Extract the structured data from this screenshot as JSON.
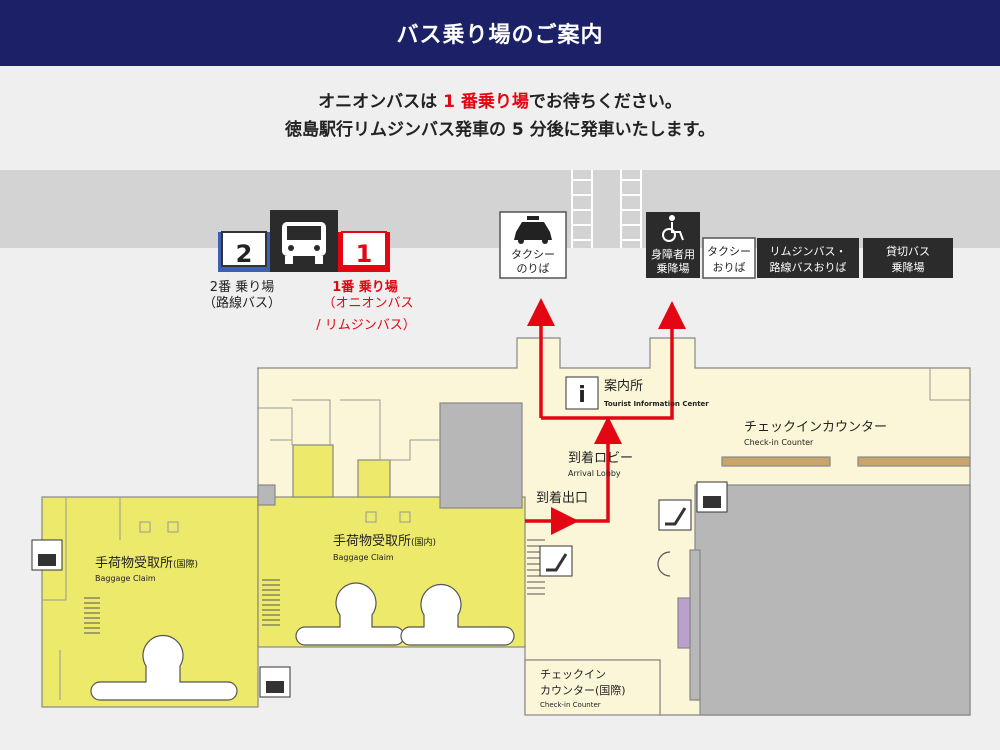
{
  "header": {
    "title": "バス乗り場のご案内"
  },
  "notice": {
    "line1_pre": "オニオンバスは ",
    "line1_highlight": "1 番乗り場",
    "line1_post": "でお待ちください。",
    "line2": "徳島駅行リムジンバス発車の 5 分後に発車いたします。"
  },
  "stops": {
    "stop2": {
      "number": "2",
      "label_line1": "2番 乗り場",
      "label_line2": "（路線バス）"
    },
    "stop1": {
      "number": "1",
      "label_line1": "1番 乗り場",
      "label_line2": "（オニオンバス",
      "label_line3": "/ リムジンバス）"
    }
  },
  "signs": {
    "taxi_pickup": {
      "line1": "タクシー",
      "line2": "のりば"
    },
    "accessible": {
      "line1": "身障者用",
      "line2": "乗降場"
    },
    "taxi_dropoff": {
      "line1": "タクシー",
      "line2": "おりば"
    },
    "limousine_dropoff": {
      "line1": "リムジンバス・",
      "line2": "路線バスおりば"
    },
    "charter_bus": {
      "line1": "貸切バス",
      "line2": "乗降場"
    }
  },
  "areas": {
    "info_center": {
      "ja": "案内所",
      "en": "Tourist Information Center",
      "icon": "i"
    },
    "checkin_counter": {
      "ja": "チェックインカウンター",
      "en": "Check-in Counter"
    },
    "arrival_lobby": {
      "ja": "到着ロビー",
      "en": "Arrival Lobby"
    },
    "arrival_exit": {
      "ja": "到着出口"
    },
    "baggage_domestic": {
      "ja": "手荷物受取所",
      "suffix": "(国内)",
      "en": "Baggage Claim"
    },
    "baggage_intl": {
      "ja": "手荷物受取所",
      "suffix": "(国際)",
      "en": "Baggage Claim"
    },
    "checkin_intl": {
      "ja_line1": "チェックイン",
      "ja_line2": "カウンター(国際)",
      "en": "Check-in Counter"
    }
  },
  "colors": {
    "header_bg": "#1c2167",
    "route_red": "#e30613",
    "baggage_yellow": "#ede96b",
    "floor_cream": "#fbf6d8",
    "wall_gray": "#b7b7b7",
    "road_gray": "#d3d3d3",
    "stop2_blue": "#3d5fb5",
    "sign_dark": "#2b2b2b"
  }
}
